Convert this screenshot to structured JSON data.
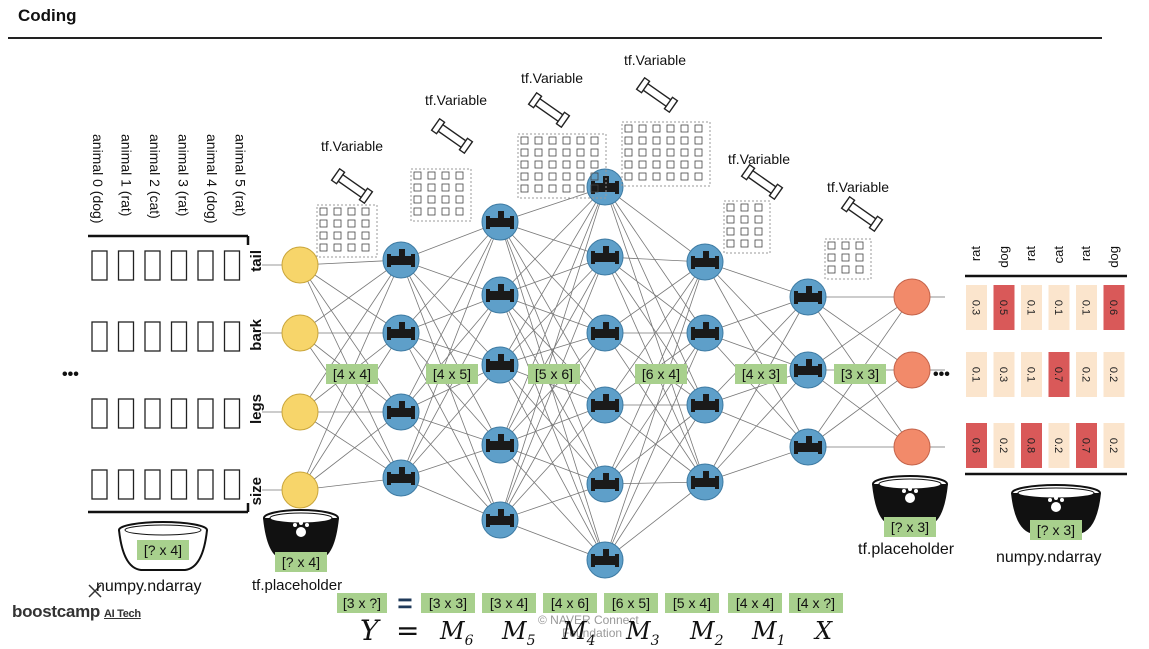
{
  "header": {
    "title": "Coding"
  },
  "input": {
    "animals": [
      "animal 0 (dog)",
      "animal 1 (rat)",
      "animal 2 (cat)",
      "animal 3 (rat)",
      "animal 4 (dog)",
      "animal 5 (rat)"
    ],
    "features": [
      "tail",
      "bark",
      "legs",
      "size"
    ],
    "ellipsis": "•••",
    "bowl_shape": "[? x 4]",
    "bowl_label": "numpy.ndarray"
  },
  "placeholder_in": {
    "shape": "[? x 4]",
    "label": "tf.placeholder"
  },
  "placeholder_out": {
    "shape": "[? x 3]",
    "label": "tf.placeholder"
  },
  "variables": {
    "label": "tf.Variable"
  },
  "layer_shapes": [
    "[4 x 4]",
    "[4 x 5]",
    "[5 x 6]",
    "[6 x 4]",
    "[4 x 3]",
    "[3 x 3]"
  ],
  "output": {
    "ellipsis": "•••",
    "labels": [
      "rat",
      "dog",
      "rat",
      "cat",
      "rat",
      "dog"
    ],
    "rows": [
      [
        "0.3",
        "0.5",
        "0.1",
        "0.1",
        "0.1",
        "0.6"
      ],
      [
        "0.1",
        "0.3",
        "0.1",
        "0.7",
        "0.2",
        "0.2"
      ],
      [
        "0.6",
        "0.2",
        "0.8",
        "0.2",
        "0.7",
        "0.2"
      ]
    ],
    "highlight": [
      [
        false,
        true,
        false,
        false,
        false,
        true
      ],
      [
        false,
        false,
        false,
        true,
        false,
        false
      ],
      [
        true,
        false,
        true,
        false,
        true,
        false
      ]
    ],
    "bowl_shape": "[? x 3]",
    "bowl_label": "numpy.ndarray"
  },
  "equation": {
    "shapes": [
      "[3 x ?]",
      "[3 x 3]",
      "[3 x 4]",
      "[4 x 6]",
      "[6 x 5]",
      "[5 x 4]",
      "[4 x 4]",
      "[4 x ?]"
    ],
    "equals": "=",
    "lhs": "Y",
    "eq_sign": "=",
    "terms": [
      {
        "base": "M",
        "sub": "6"
      },
      {
        "base": "M",
        "sub": "5"
      },
      {
        "base": "M",
        "sub": "4"
      },
      {
        "base": "M",
        "sub": "3"
      },
      {
        "base": "M",
        "sub": "2"
      },
      {
        "base": "M",
        "sub": "1"
      },
      {
        "base": "X",
        "sub": ""
      }
    ]
  },
  "footer": {
    "logo": "boostcamp",
    "logo_suffix": "AI Tech",
    "copyright": "©  NAVER Connect",
    "copyright2": "Foundation"
  },
  "colors": {
    "input_node": "#F7D56A",
    "hidden_node": "#5E9FC9",
    "output_node": "#F28A6A",
    "shape_tag": "#A8D08D",
    "cell": "#FBE5CD",
    "cell_hi": "#D95959"
  }
}
